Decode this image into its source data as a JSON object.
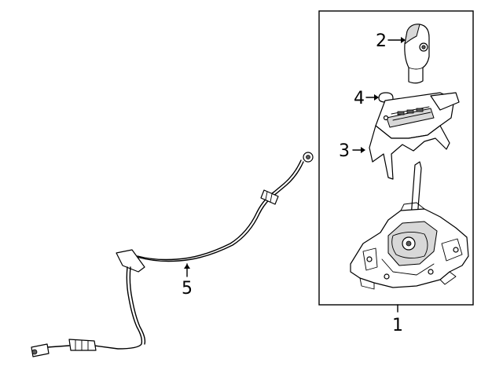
{
  "callouts": {
    "assembly": "1",
    "knob": "2",
    "bezel": "3",
    "cap": "4",
    "cable": "5"
  }
}
